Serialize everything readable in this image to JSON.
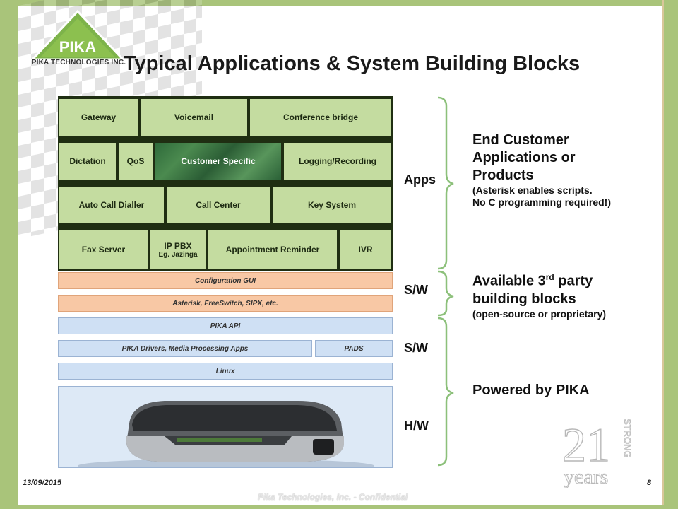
{
  "header": {
    "logo_text": "PIKA TECHNOLOGIES INC.",
    "logo_mark": "PIKA",
    "title": "Typical Applications & System Building Blocks"
  },
  "apps": {
    "row1": [
      "Gateway",
      "Voicemail",
      "Conference bridge"
    ],
    "row2": [
      "Dictation",
      "QoS",
      "Customer Specific",
      "Logging/Recording"
    ],
    "row3": [
      "Auto Call Dialler",
      "Call Center",
      "Key System"
    ],
    "row4": {
      "fax": "Fax Server",
      "ippbx": "IP PBX",
      "ippbx_sub": "Eg. Jazinga",
      "appointment": "Appointment Reminder",
      "ivr": "IVR"
    }
  },
  "layers": {
    "config": "Configuration GUI",
    "asterisk": "Asterisk, FreeSwitch, SIPX, etc.",
    "api": "PIKA API",
    "drivers": "PIKA Drivers, Media Processing Apps",
    "pads": "PADS",
    "linux": "Linux"
  },
  "side_labels": {
    "apps": "Apps",
    "sw1": "S/W",
    "sw2": "S/W",
    "hw": "H/W"
  },
  "descriptions": {
    "end_customer": "End Customer Applications or Products",
    "end_customer_line1": "End Customer",
    "end_customer_line2": "Applications or",
    "end_customer_line3": "Products",
    "asterisk_note1": "(Asterisk enables scripts.",
    "asterisk_note2": "No C programming required!)",
    "third_party_a": "Available 3",
    "third_party_sup": "rd",
    "third_party_b": " party",
    "third_party_line2": "building blocks",
    "third_party_note": "(open-source or proprietary)",
    "powered": "Powered by PIKA"
  },
  "footer": {
    "date": "13/09/2015",
    "page": "8",
    "confidential": "Pika Technologies, Inc. - Confidential"
  },
  "badge": {
    "number": "21",
    "word1": "years",
    "word2": "STRONG"
  },
  "colors": {
    "frame": "#a9c47a",
    "app_block": "#c4dca0",
    "layer_orange": "#f8c8a5",
    "layer_blue": "#cfe0f4",
    "brace": "#8cc07a"
  }
}
